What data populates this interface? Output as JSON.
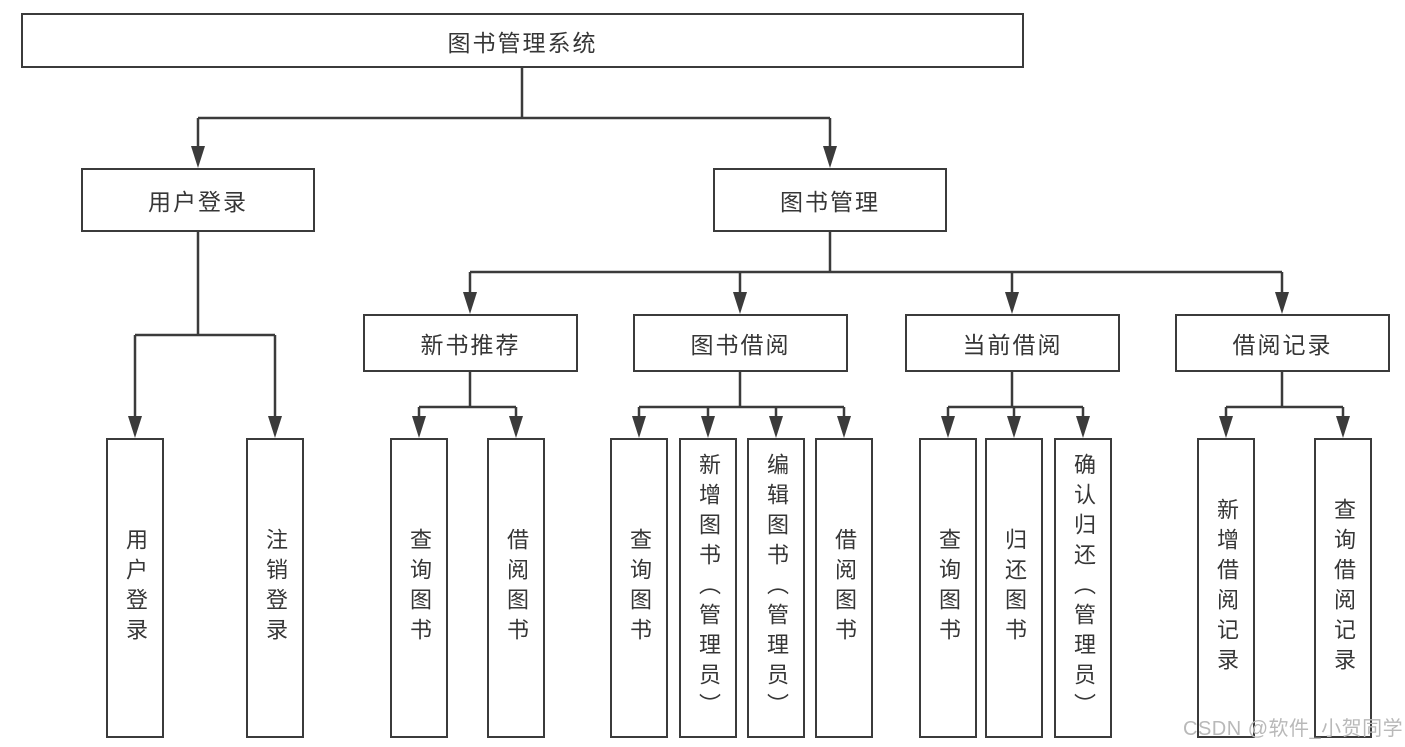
{
  "nodes": {
    "root": "图书管理系统",
    "user_login": "用户登录",
    "book_mgmt": "图书管理",
    "new_book_rec": "新书推荐",
    "book_borrow": "图书借阅",
    "current_borrow": "当前借阅",
    "borrow_records": "借阅记录",
    "leaf_user_login": "用户登录",
    "leaf_logout": "注销登录",
    "rec_query_books": "查询图书",
    "rec_borrow_books": "借阅图书",
    "bb_query_books": "查询图书",
    "bb_add_books": "新增图书（管理员）",
    "bb_edit_books": "编辑图书（管理员）",
    "bb_borrow_books": "借阅图书",
    "cb_query_books": "查询图书",
    "cb_return_books": "归还图书",
    "cb_confirm_return": "确认归还（管理员）",
    "br_add_record": "新增借阅记录",
    "br_query_record": "查询借阅记录"
  },
  "watermark": "CSDN @软件_小贺同学",
  "colors": {
    "line": "#3b3b3b",
    "text": "#363636",
    "node_bg": "#ffffff",
    "background": "#ffffff",
    "watermark": "#b9b9b9"
  }
}
